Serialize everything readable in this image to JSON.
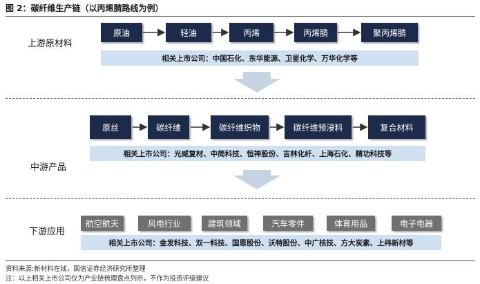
{
  "figure_title": "图 2：碳纤维生产链（以丙烯腈路线为例）",
  "upstream": {
    "label": "上游原材料",
    "chain": [
      "原油",
      "轻油",
      "丙烯",
      "丙烯腈",
      "聚丙烯腈"
    ],
    "companies": "相关上市公司：中国石化、东华能源、卫星化学、万华化学等"
  },
  "midstream": {
    "label": "中游产品",
    "chain": [
      "原丝",
      "碳纤维",
      "碳纤维织物",
      "碳纤维预浸料",
      "复合材料"
    ],
    "companies": "相关上市公司：光威复材、中简科技、恒神股份、吉林化纤、上海石化、精功科技等"
  },
  "downstream": {
    "label": "下游应用",
    "applications": [
      "航空航天",
      "风电行业",
      "建筑领域",
      "汽车零件",
      "体育用品",
      "电子电器"
    ],
    "companies": "相关上市公司：金发科技、双一科技、国恩股份、沃特股份、中广核技、方大炭素、上纬新材等"
  },
  "source_note": "资料来源:新材料在线，国信证券经济研究所整理",
  "disclaimer_note": "注：以上相关上市公司仅为产业链梳理盘点列示，不作为投资评级建议",
  "colors": {
    "navy_box": "#1c2b4a",
    "gray_box": "#707070",
    "company_band": "#cfe0f1",
    "arrow_fill": "#c5d3e3"
  }
}
